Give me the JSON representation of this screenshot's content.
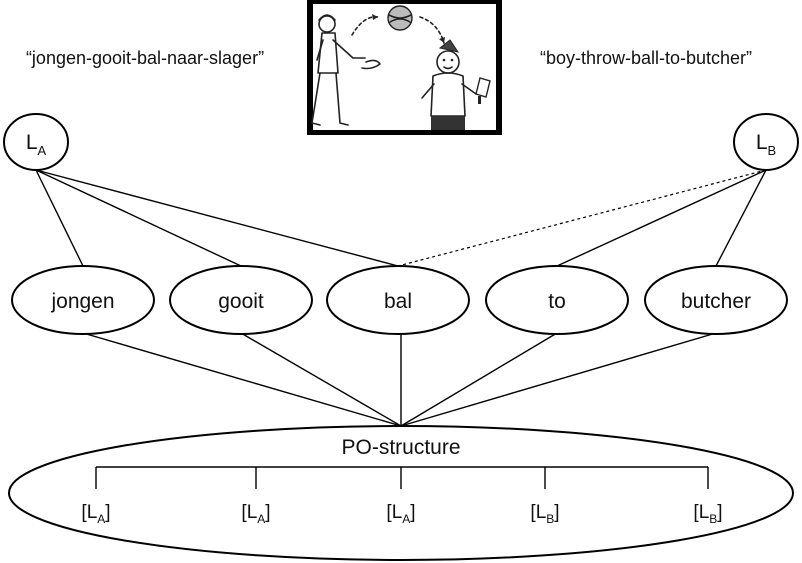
{
  "quotes": {
    "dutch": "“jongen-gooit-bal-naar-slager”",
    "english": "“boy-throw-ball-to-butcher”"
  },
  "languages": {
    "a": {
      "base": "L",
      "sub": "A"
    },
    "b": {
      "base": "L",
      "sub": "B"
    }
  },
  "words": [
    "jongen",
    "gooit",
    "bal",
    "to",
    "butcher"
  ],
  "po_structure": {
    "title": "PO-structure",
    "tags": [
      {
        "open": "[L",
        "sub": "A",
        "close": "]"
      },
      {
        "open": "[L",
        "sub": "A",
        "close": "]"
      },
      {
        "open": "[L",
        "sub": "A",
        "close": "]"
      },
      {
        "open": "[L",
        "sub": "B",
        "close": "]"
      },
      {
        "open": "[L",
        "sub": "B",
        "close": "]"
      }
    ]
  },
  "picture": {
    "description_icons": [
      "boy-figure-icon",
      "ball-icon",
      "butcher-figure-icon",
      "cleaver-icon"
    ]
  }
}
